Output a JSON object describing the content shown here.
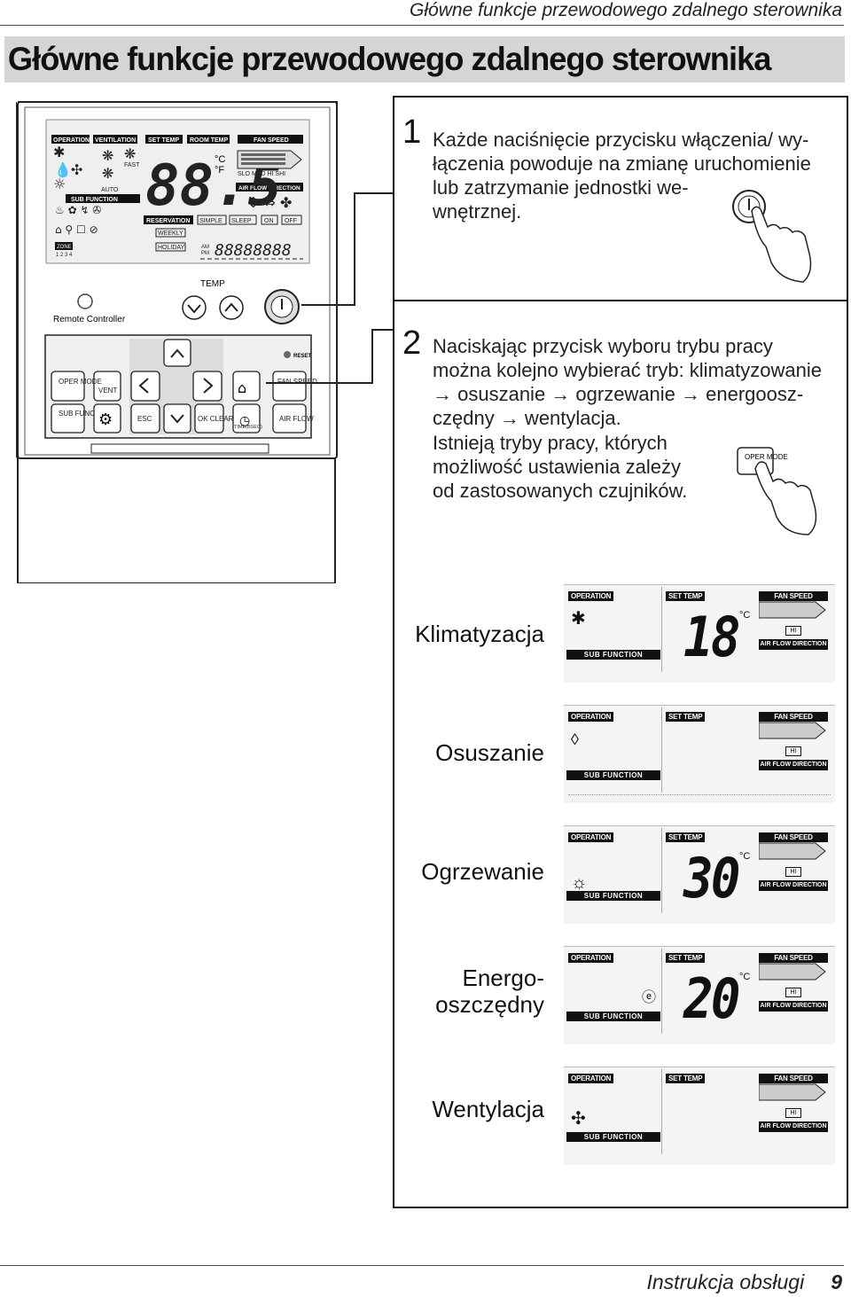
{
  "header": {
    "running_title": "Główne funkcje przewodowego zdalnego sterownika"
  },
  "title": "Główne funkcje przewodowego zdalnego sterownika",
  "controller": {
    "lcd_tags": [
      "OPERATION",
      "VENTILATION",
      "SET TEMP",
      "ROOM TEMP",
      "FAN SPEED"
    ],
    "sub_function": "SUB FUNCTION",
    "fan_speed_levels": "SLO MED HI SHI",
    "auto": "AUTO",
    "fast": "FAST",
    "air_flow_direction": "AIR FLOW DIRECTION",
    "reservation": "RESERVATION",
    "simple": "SIMPLE",
    "sleep": "SLEEP",
    "on": "ON",
    "off": "OFF",
    "weekly": "WEEKLY",
    "holiday": "HOLIDAY",
    "zone": "ZONE",
    "zone_nums": "1 2 3 4",
    "big_digits": "88.5",
    "unit_c": "°C",
    "unit_f": "°F",
    "time_digits": "88888888",
    "am": "AM",
    "pm": "PM",
    "temp_label": "TEMP",
    "brand_label": "Remote Controller",
    "reset": "RESET",
    "buttons": {
      "oper_mode": "OPER MODE",
      "vent": "VENT",
      "fan_speed": "FAN SPEED",
      "sub_func": "SUB FUNC",
      "esc": "ESC",
      "ok_clear": "OK CLEAR",
      "time_bsec": "TIME(BSEC)",
      "air_flow": "AIR FLOW"
    }
  },
  "steps": [
    {
      "number": "1",
      "lines": [
        "Każde naciśnięcie przycisku włączenia/ wy-",
        "łączenia powoduje na zmianę uruchomienie",
        "lub zatrzymanie jednostki we-",
        "wnętrznej."
      ]
    },
    {
      "number": "2",
      "lines": [
        "Naciskając przycisk wyboru trybu pracy",
        "można kolejno wybierać tryb: klimatyzowanie",
        "→ osuszanie → ogrzewanie → energoosz-",
        "czędny →  wentylacja.",
        "Istnieją tryby pracy, których",
        "możliwość ustawienia zależy",
        "od zastosowanych czujników."
      ],
      "button_label": "OPER MODE"
    }
  ],
  "modes": [
    {
      "label": "Klimatyzacja",
      "icon": "snowflake-icon",
      "temp": "18"
    },
    {
      "label": "Osuszanie",
      "icon": "droplet-icon",
      "temp": ""
    },
    {
      "label": "Ogrzewanie",
      "icon": "sun-icon",
      "temp": "30"
    },
    {
      "label_line1": "Energo-",
      "label_line2": "oszczędny",
      "icon": "eco-icon",
      "temp": "20"
    },
    {
      "label": "Wentylacja",
      "icon": "fan-icon",
      "temp": ""
    }
  ],
  "lcd_tags": {
    "operation": "OPERATION",
    "set_temp": "SET TEMP",
    "fan_speed": "FAN SPEED",
    "sub_function": "SUB FUNCTION",
    "hi": "HI",
    "air_flow_direction": "AIR FLOW DIRECTION",
    "unit": "°C"
  },
  "footer": {
    "label": "Instrukcja obsługi",
    "page": "9"
  }
}
